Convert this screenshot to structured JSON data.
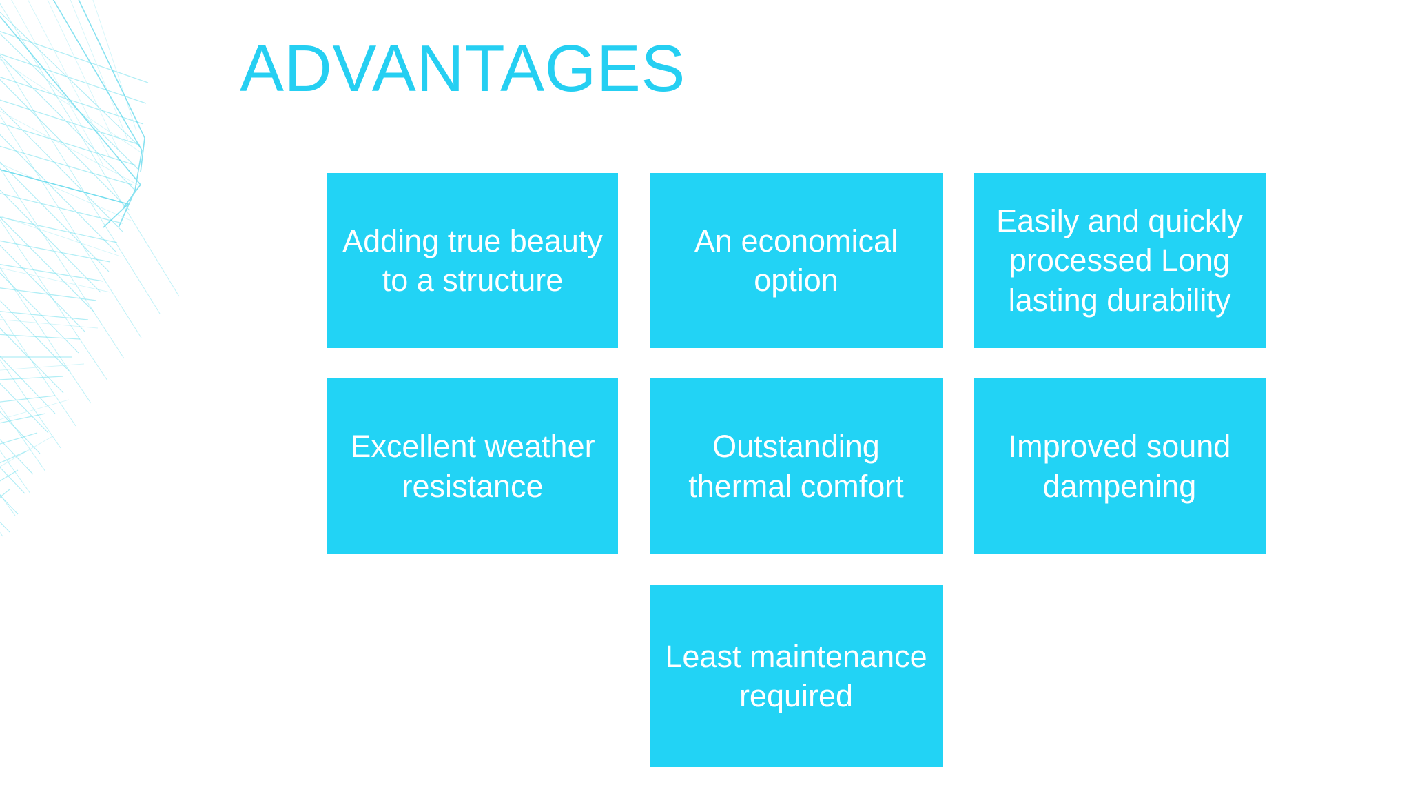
{
  "slide": {
    "title": "ADVANTAGES",
    "background_color": "#FFFFFF",
    "title_color": "#25CFF2",
    "box_color": "#22D3F5",
    "box_text_color": "#FFFFFF",
    "decoration": {
      "name": "wireframe-mesh-artwork",
      "color": "#7FE3F0",
      "position": "top-left"
    }
  },
  "boxes": [
    {
      "id": 1,
      "text": "Adding true beauty to a structure",
      "row": 1,
      "column": 1
    },
    {
      "id": 2,
      "text": "An economical option",
      "row": 1,
      "column": 2
    },
    {
      "id": 3,
      "text": "Easily and quickly processed Long lasting durability",
      "row": 1,
      "column": 3
    },
    {
      "id": 4,
      "text": "Excellent weather resistance",
      "row": 2,
      "column": 1
    },
    {
      "id": 5,
      "text": "Outstanding thermal comfort",
      "row": 2,
      "column": 2
    },
    {
      "id": 6,
      "text": "Improved sound dampening",
      "row": 2,
      "column": 3
    },
    {
      "id": 7,
      "text": "Least maintenance required",
      "row": 3,
      "column": 2
    }
  ]
}
